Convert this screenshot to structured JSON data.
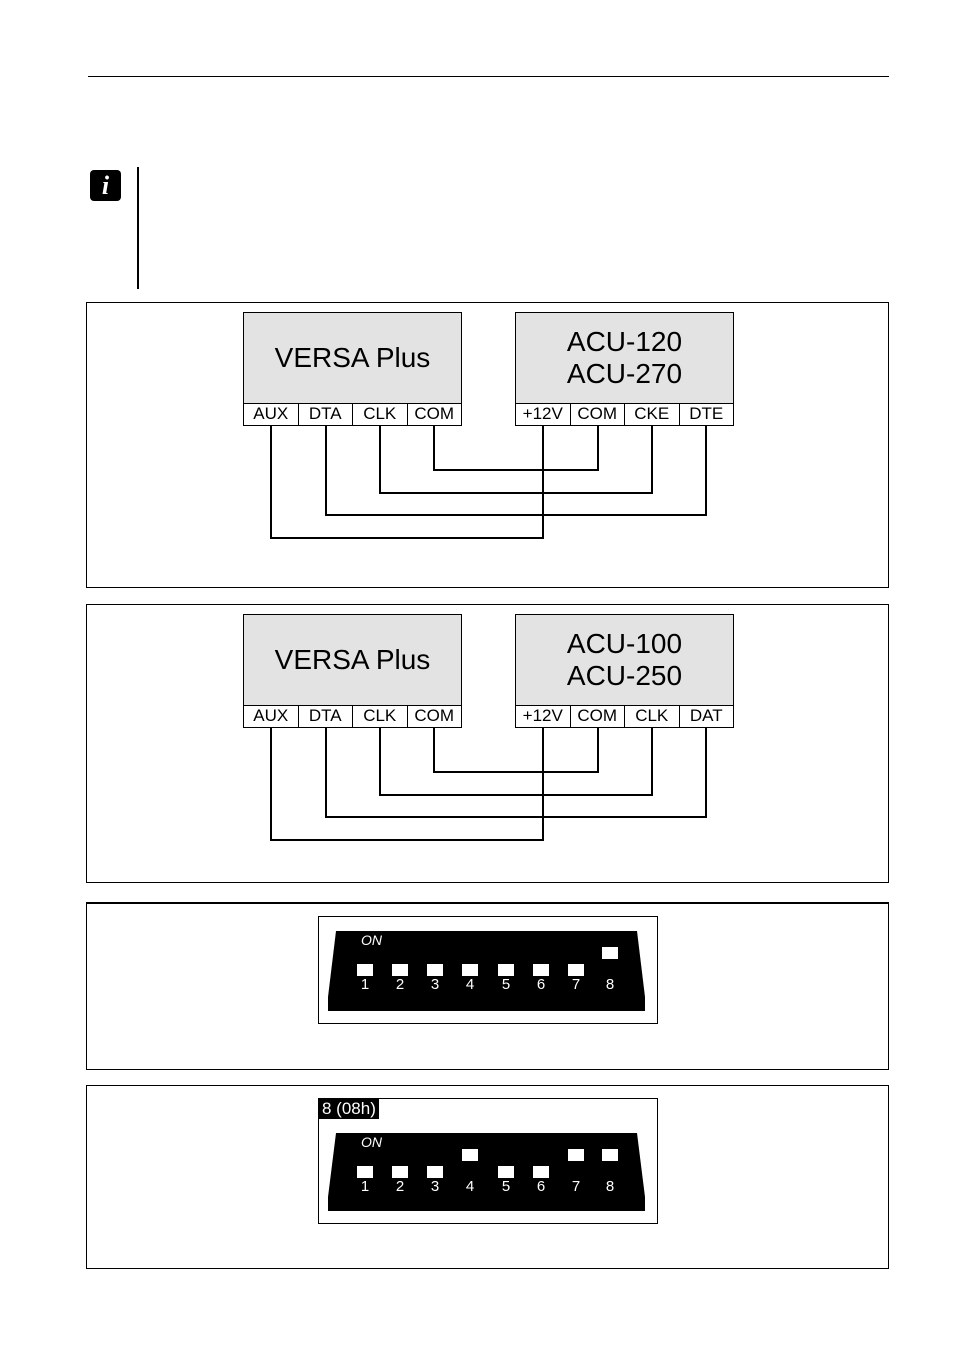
{
  "info_icon": "i",
  "diagram1": {
    "left_device": {
      "name_lines": [
        "VERSA Plus"
      ],
      "terminals": [
        "AUX",
        "DTA",
        "CLK",
        "COM"
      ]
    },
    "right_device": {
      "name_lines": [
        "ACU-120",
        "ACU-270"
      ],
      "terminals": [
        "+12V",
        "COM",
        "CKE",
        "DTE"
      ]
    },
    "connections": [
      [
        "AUX",
        "+12V"
      ],
      [
        "DTA",
        "DTE"
      ],
      [
        "CLK",
        "CKE"
      ],
      [
        "COM",
        "COM"
      ]
    ]
  },
  "diagram2": {
    "left_device": {
      "name_lines": [
        "VERSA Plus"
      ],
      "terminals": [
        "AUX",
        "DTA",
        "CLK",
        "COM"
      ]
    },
    "right_device": {
      "name_lines": [
        "ACU-100",
        "ACU-250"
      ],
      "terminals": [
        "+12V",
        "COM",
        "CLK",
        "DAT"
      ]
    },
    "connections": [
      [
        "AUX",
        "+12V"
      ],
      [
        "DTA",
        "DAT"
      ],
      [
        "CLK",
        "CLK"
      ],
      [
        "COM",
        "COM"
      ]
    ]
  },
  "dip1": {
    "on_label": "ON",
    "numbers": [
      "1",
      "2",
      "3",
      "4",
      "5",
      "6",
      "7",
      "8"
    ],
    "states": [
      false,
      false,
      false,
      false,
      false,
      false,
      false,
      true
    ]
  },
  "dip2": {
    "address_label": "8 (08h)",
    "on_label": "ON",
    "numbers": [
      "1",
      "2",
      "3",
      "4",
      "5",
      "6",
      "7",
      "8"
    ],
    "states": [
      false,
      false,
      false,
      true,
      false,
      false,
      true,
      true
    ]
  },
  "colors": {
    "device_fill": "#e3e3e3",
    "line": "#000000",
    "dip_body": "#000000",
    "switch": "#ffffff"
  }
}
